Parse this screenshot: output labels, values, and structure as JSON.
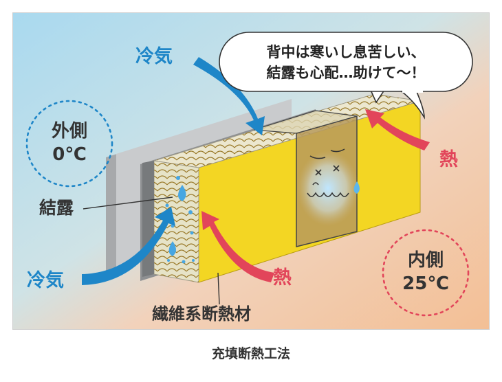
{
  "diagram": {
    "outside": {
      "label": "外側",
      "temp": "0℃"
    },
    "inside": {
      "label": "内側",
      "temp": "25℃"
    },
    "cold_air_label": "冷気",
    "heat_label": "熱",
    "condensation_label": "結露",
    "insulation_label": "繊維系断熱材",
    "speech_bubble": {
      "line1": "背中は寒いし息苦しい、",
      "line2": "結露も心配…助けて～！"
    },
    "colors": {
      "outside_bg": "#a9d9ef",
      "inside_bg": "#f3c29c",
      "insulation": "#f3d623",
      "cold_arrow": "#1e86c8",
      "heat_arrow": "#e2455a"
    }
  },
  "caption": "充填断熱工法"
}
